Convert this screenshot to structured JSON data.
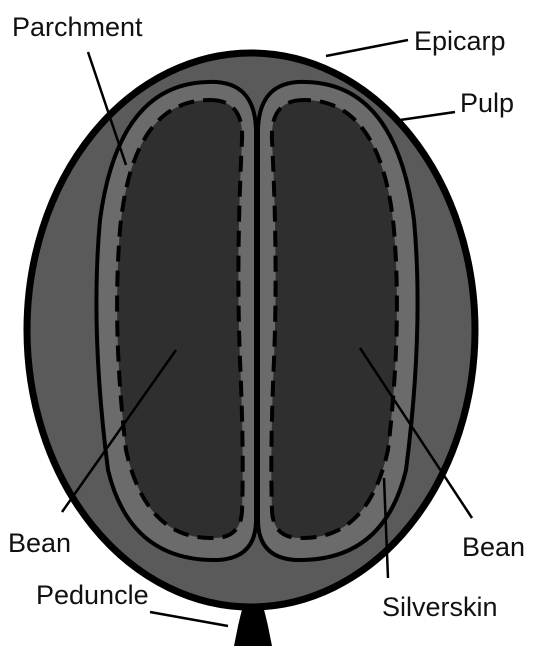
{
  "labels": {
    "parchment": "Parchment",
    "epicarp": "Epicarp",
    "pulp": "Pulp",
    "bean_left": "Bean",
    "bean_right": "Bean",
    "peduncle": "Peduncle",
    "silverskin": "Silverskin"
  },
  "colors": {
    "outline": "#000000",
    "pulp": "#5a5a5a",
    "parchment": "#6b6b6b",
    "bean": "#2f2f2f",
    "background": "#ffffff"
  }
}
